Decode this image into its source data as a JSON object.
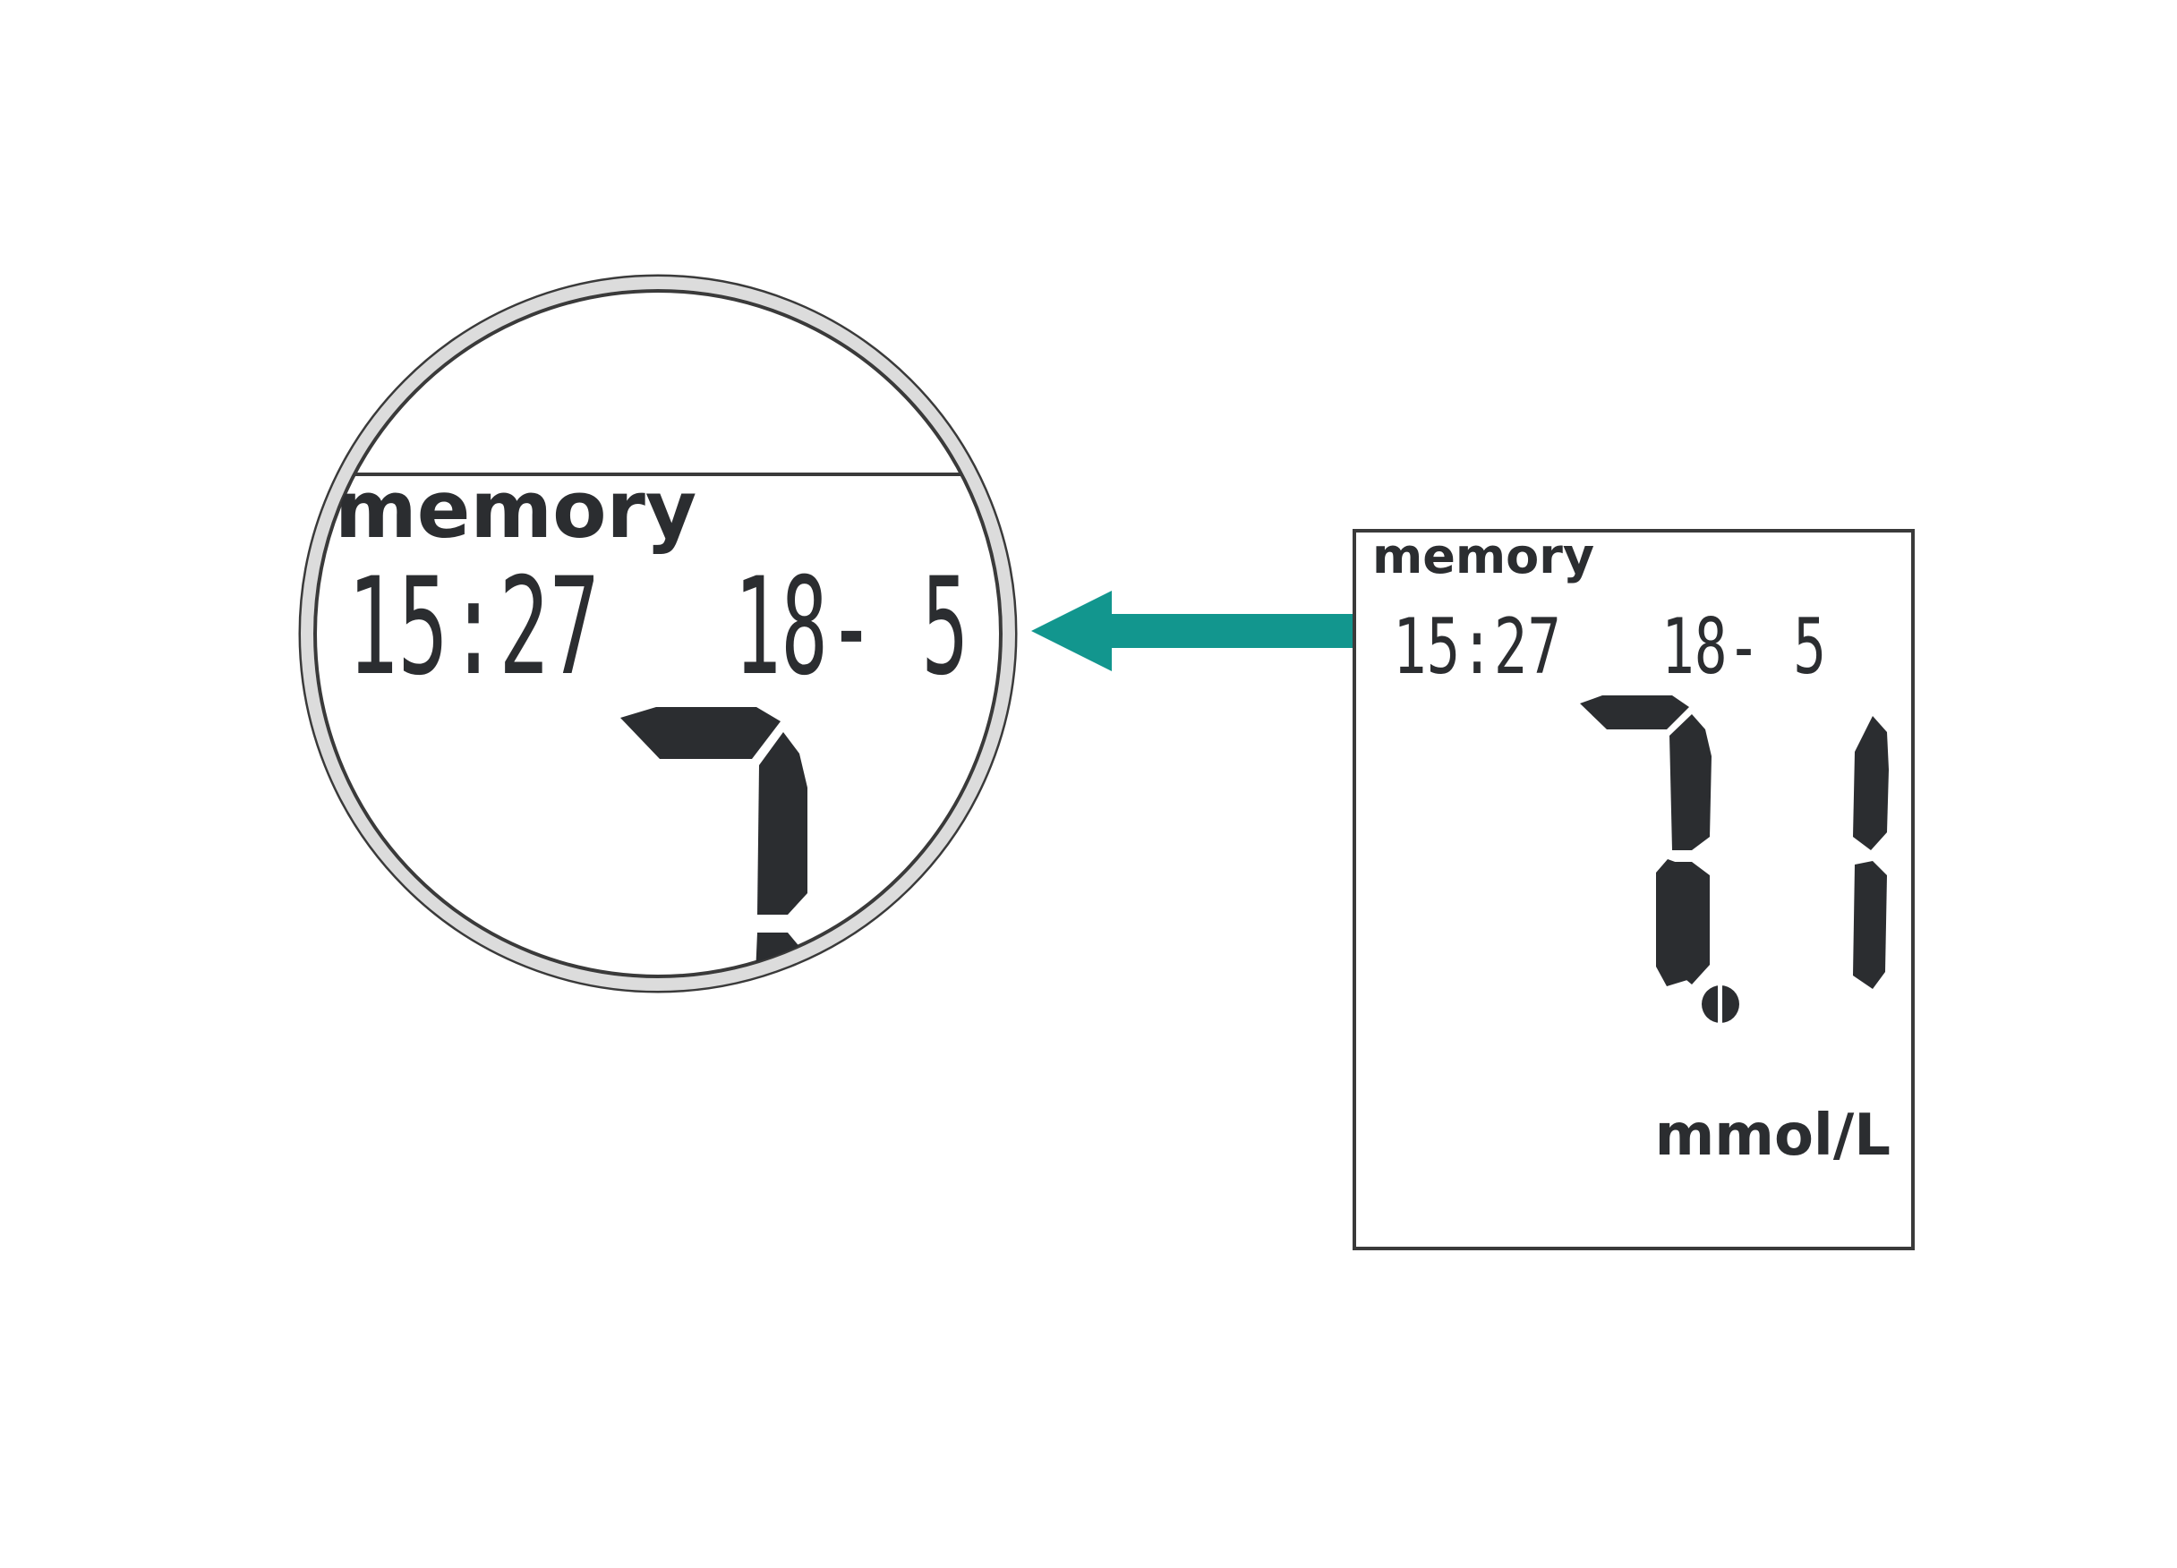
{
  "colors": {
    "ink": "#2b2d30",
    "lens_ring": "#dcdcdc",
    "outline": "#3a3a3a",
    "arrow": "#12968e",
    "background": "#ffffff"
  },
  "meter_display": {
    "mode_label": "memory",
    "time": "15:27",
    "date": "18- 5",
    "reading": "7.1",
    "reading_digits": [
      7,
      1
    ],
    "unit": "mmol/L"
  },
  "magnified_view": {
    "mode_label": "memory",
    "time": "15:27",
    "date": "18- 5",
    "visible_digit": 7
  },
  "arrow": {
    "direction": "left",
    "icon": "arrow-left-icon"
  }
}
